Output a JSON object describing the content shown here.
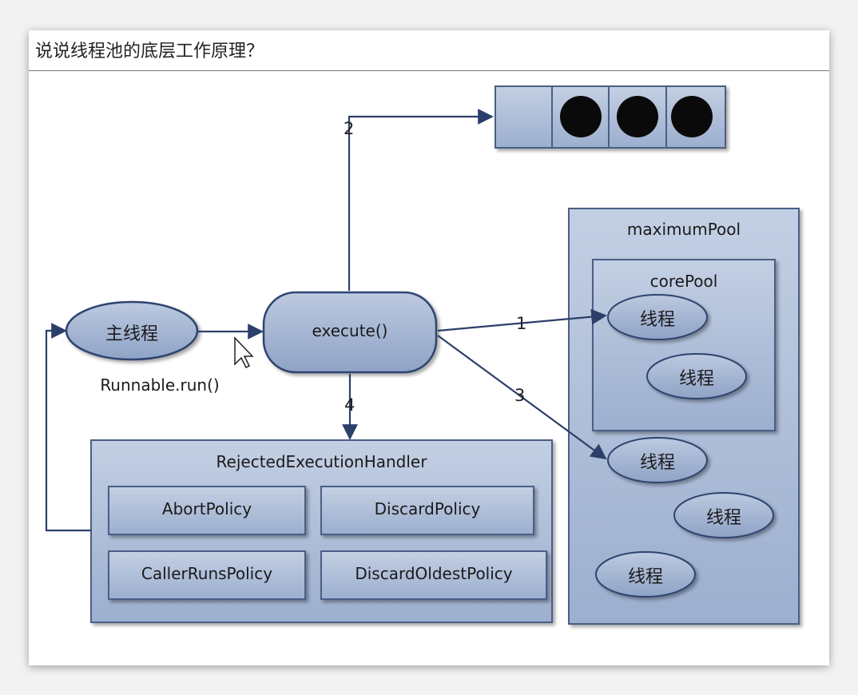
{
  "title": "说说线程池的底层工作原理？",
  "main_thread": {
    "label": "主线程",
    "sublabel": "Runnable.run()"
  },
  "execute": {
    "label": "execute()"
  },
  "queue": {
    "filled_slots": 3,
    "total_slots": 4
  },
  "maximum_pool": {
    "label": "maximumPool",
    "core_pool": {
      "label": "corePool",
      "threads": [
        "线程",
        "线程"
      ]
    },
    "extra_threads": [
      "线程",
      "线程",
      "线程"
    ]
  },
  "handler": {
    "label": "RejectedExecutionHandler",
    "policies": [
      "AbortPolicy",
      "DiscardPolicy",
      "CallerRunsPolicy",
      "DiscardOldestPolicy"
    ]
  },
  "steps": [
    "1",
    "2",
    "3",
    "4"
  ],
  "colors": {
    "box_fill": "#a8b8d4",
    "box_stroke": "#4a5f86",
    "arrow": "#2c3f6b",
    "slot_fill": "#0a0a0a"
  }
}
